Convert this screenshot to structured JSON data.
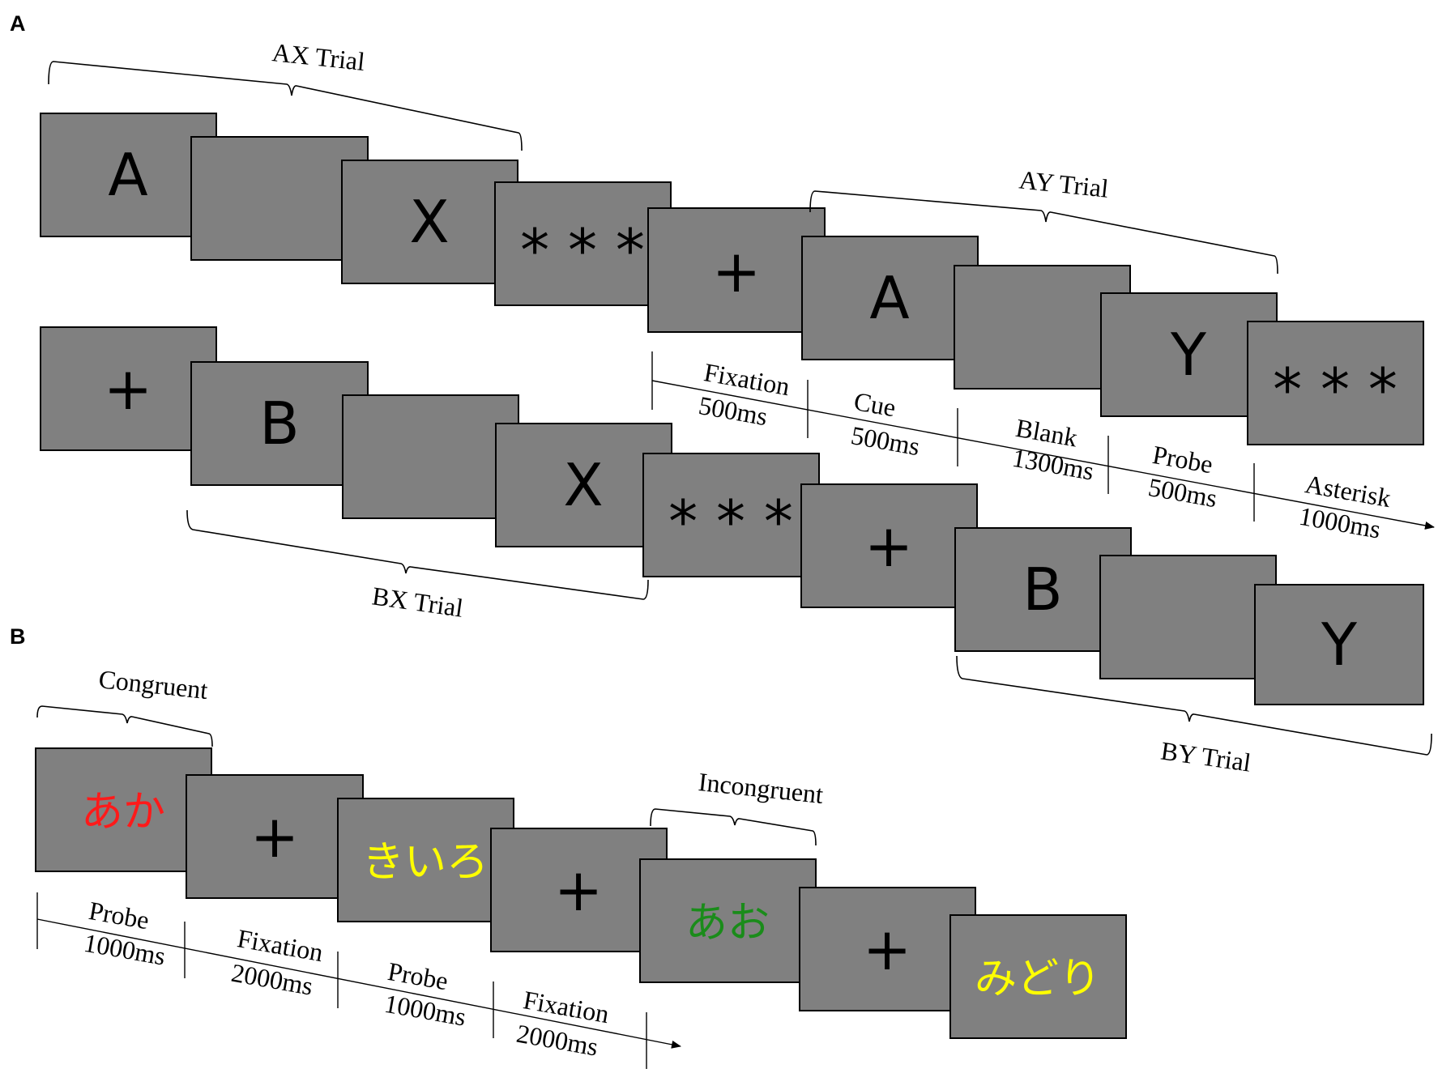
{
  "panels": {
    "a": "A",
    "b": "B"
  },
  "panel_a": {
    "sequence_1": [
      "A",
      "",
      "X",
      "* * *",
      "+",
      "A",
      "",
      "Y",
      "* * *"
    ],
    "sequence_2": [
      "+",
      "B",
      "",
      "X",
      "* * *",
      "+",
      "B",
      "",
      "Y"
    ],
    "trial_labels": {
      "ax": "AX Trial",
      "ay": "AY Trial",
      "bx": "BX Trial",
      "by": "BY Trial"
    },
    "timeline": [
      {
        "name": "Fixation",
        "duration": "500ms"
      },
      {
        "name": "Cue",
        "duration": "500ms"
      },
      {
        "name": "Blank",
        "duration": "1300ms"
      },
      {
        "name": "Probe",
        "duration": "500ms"
      },
      {
        "name": "Asterisk",
        "duration": "1000ms"
      }
    ]
  },
  "panel_b": {
    "sequence": [
      {
        "text": "あか",
        "color": "#ff1a1a"
      },
      {
        "text": "+",
        "color": "#000000"
      },
      {
        "text": "きいろ",
        "color": "#ffff00"
      },
      {
        "text": "+",
        "color": "#000000"
      },
      {
        "text": "あお",
        "color": "#1a8c1a"
      },
      {
        "text": "+",
        "color": "#000000"
      },
      {
        "text": "みどり",
        "color": "#ffff00"
      }
    ],
    "labels": {
      "congruent": "Congruent",
      "incongruent": "Incongruent"
    },
    "timeline": [
      {
        "name": "Probe",
        "duration": "1000ms"
      },
      {
        "name": "Fixation",
        "duration": "2000ms"
      },
      {
        "name": "Probe",
        "duration": "1000ms"
      },
      {
        "name": "Fixation",
        "duration": "2000ms"
      }
    ]
  },
  "colors": {
    "frame": "#808080",
    "background": "#ffffff"
  }
}
